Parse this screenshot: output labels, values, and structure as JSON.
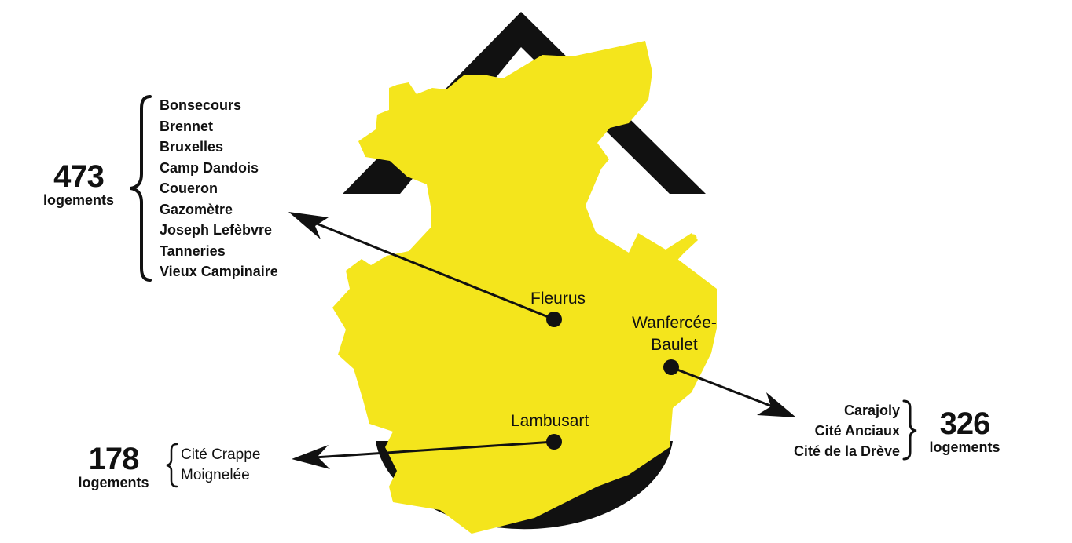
{
  "colors": {
    "territory": "#f4e51c",
    "roof": "#111111",
    "text": "#111111",
    "background": "#ffffff"
  },
  "towns": [
    {
      "name": "Fleurus"
    },
    {
      "name": "Wanfercée-Baulet",
      "line1": "Wanfercée-",
      "line2": "Baulet"
    },
    {
      "name": "Lambusart"
    }
  ],
  "groups": {
    "fleurus": {
      "count": "473",
      "unit": "logements",
      "sites": [
        "Bonsecours",
        "Brennet",
        "Bruxelles",
        "Camp Dandois",
        "Coueron",
        "Gazomètre",
        "Joseph Lefèbvre",
        "Tanneries",
        "Vieux Campinaire"
      ]
    },
    "wanfercee": {
      "count": "326",
      "unit": "logements",
      "sites": [
        "Carajoly",
        "Cité Anciaux",
        "Cité de la Drève"
      ]
    },
    "lambusart": {
      "count": "178",
      "unit": "logements",
      "sites": [
        "Cité Crappe",
        "Moignelée"
      ]
    }
  },
  "icons": {
    "roof": "house-roof-shape",
    "base": "circular-arc-shape",
    "marker": "location-dot",
    "pointer": "arrow"
  }
}
